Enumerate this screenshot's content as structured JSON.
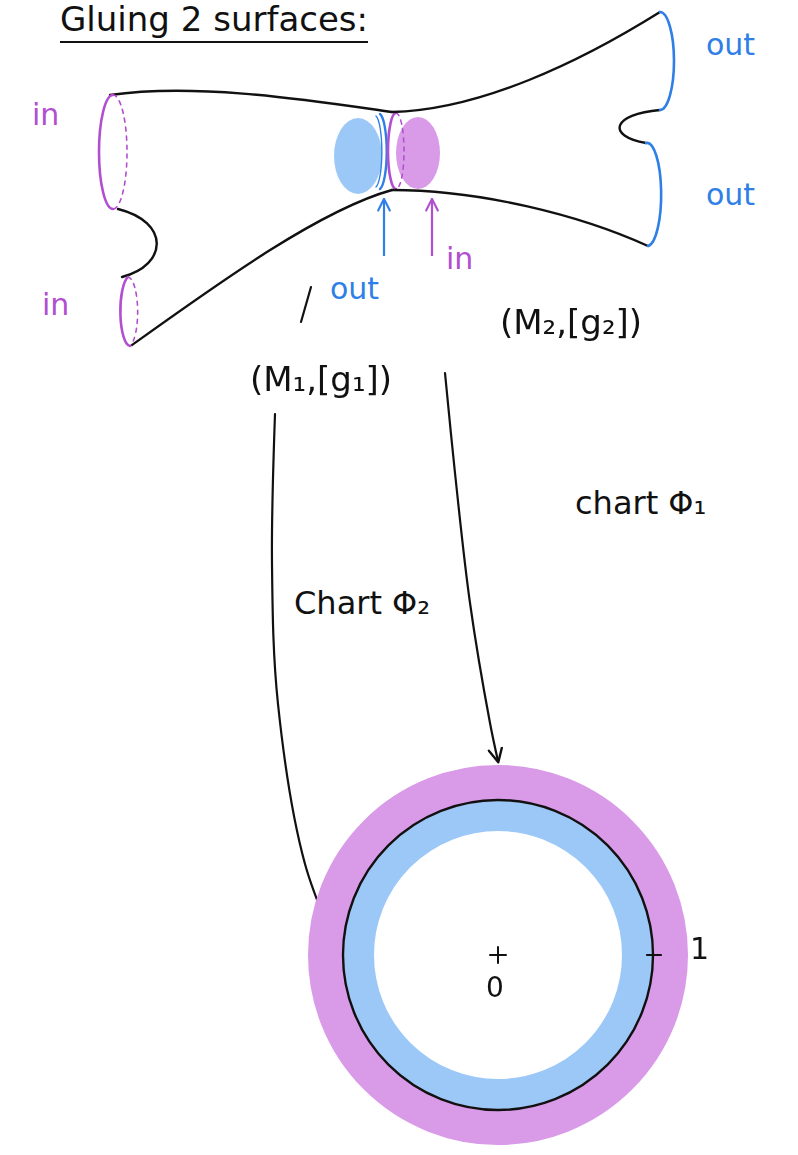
{
  "diagram": {
    "title": "Gluing 2 surfaces:",
    "nodes": [
      {
        "text": [
          "(M₁,[g₁])"
        ]
      },
      {
        "text": [
          "(M₂,[g₂])"
        ]
      },
      {
        "text": [
          "0",
          "1"
        ]
      }
    ],
    "edges": [
      {
        "from": 0,
        "to": 2,
        "arrow": "to",
        "label": "Chart Φ₂"
      },
      {
        "from": 1,
        "to": 2,
        "arrow": "to",
        "label": "chart Φ₁"
      }
    ],
    "labels": [
      "in",
      "in",
      "out",
      "out",
      "out",
      "in"
    ]
  }
}
